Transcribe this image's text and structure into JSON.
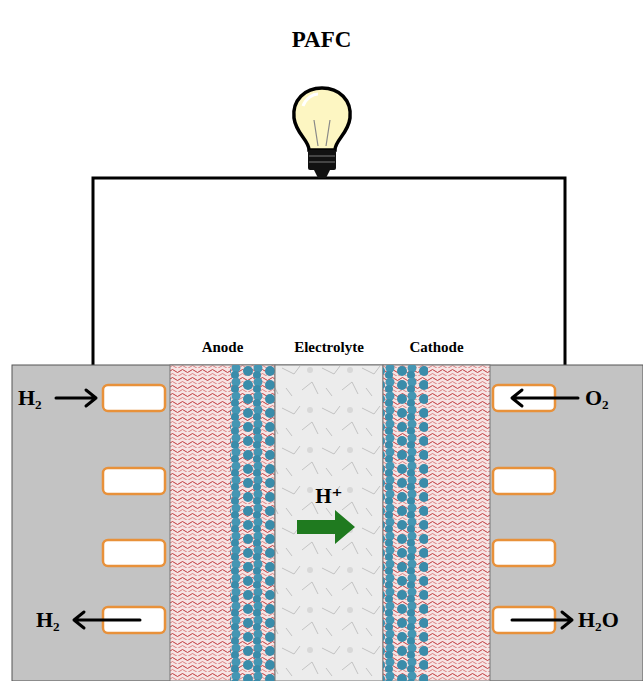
{
  "diagram": {
    "title": "PAFC",
    "nodes": [
      {
        "text": [
          "Anode"
        ]
      },
      {
        "text": [
          "Electrolyte",
          "H⁺"
        ]
      },
      {
        "text": [
          "Cathode"
        ]
      }
    ],
    "labels": [
      "H₂",
      "H₂",
      "O₂",
      "H₂O"
    ]
  }
}
